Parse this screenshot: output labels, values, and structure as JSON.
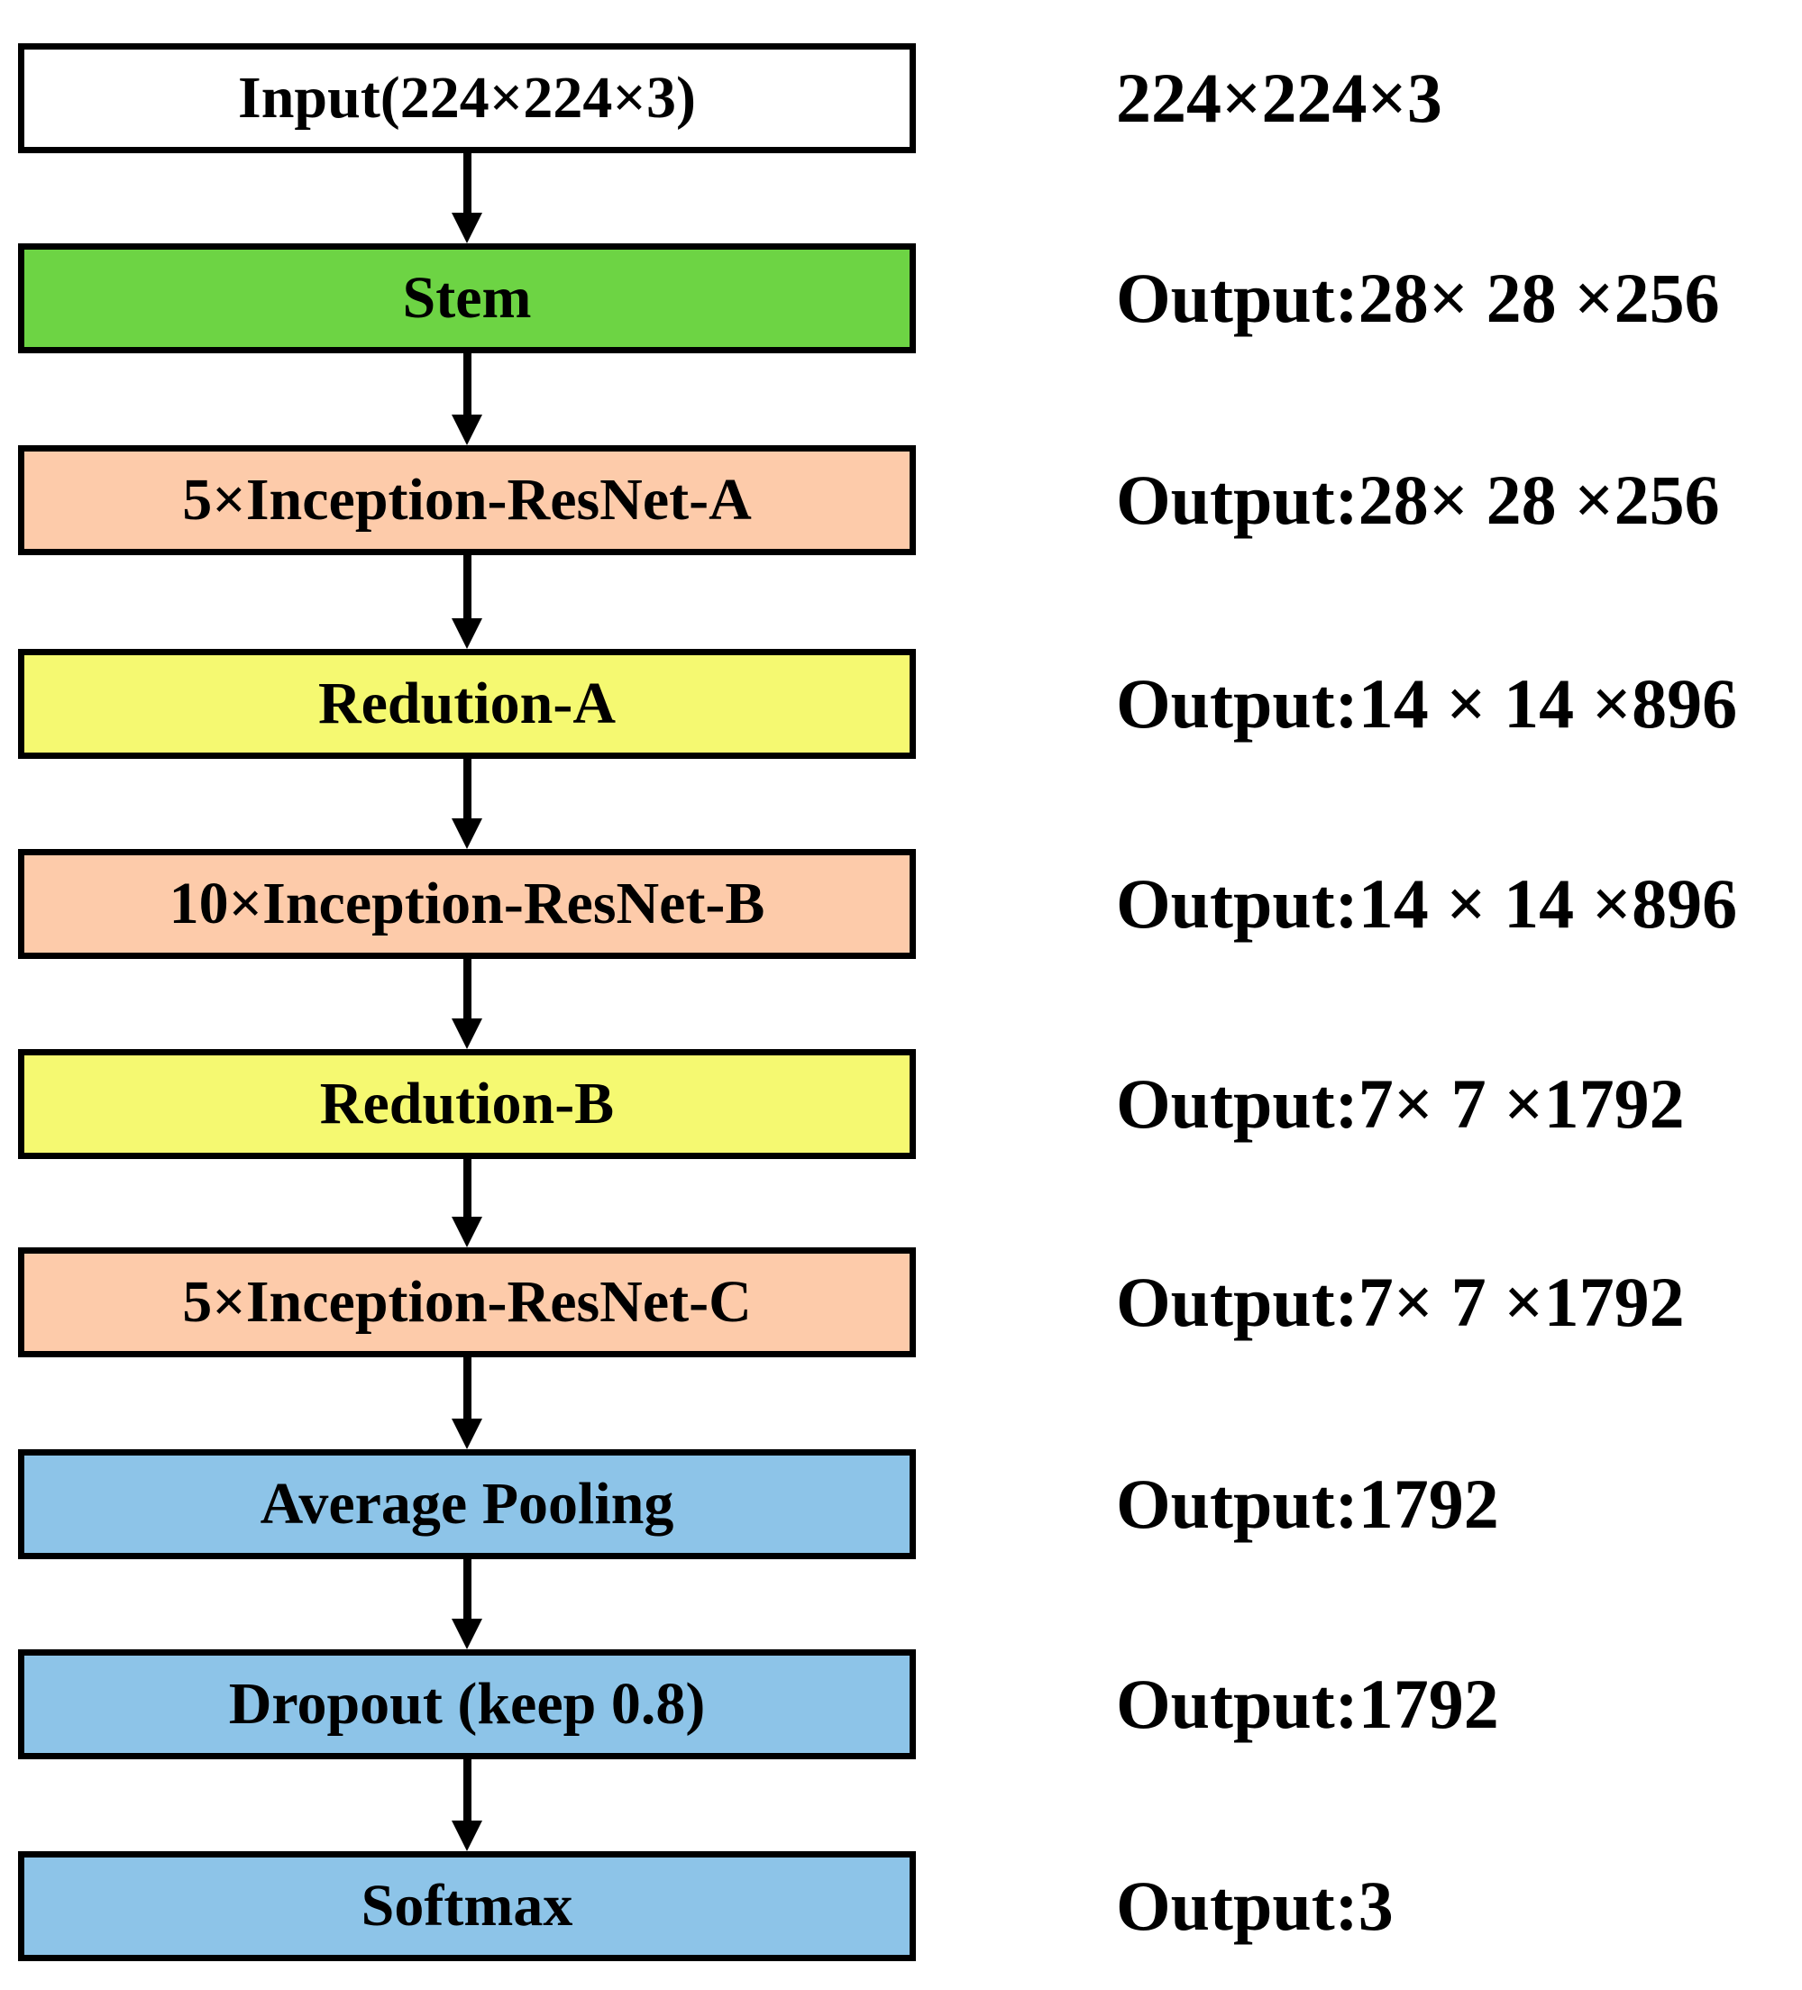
{
  "colors": {
    "input": "#ffffff",
    "stem": "#6dd444",
    "inception": "#fdcbaa",
    "reduction": "#f5f971",
    "classifier": "#8dc4e8",
    "border": "#000000"
  },
  "layers": [
    {
      "label": "Input(224×224×3)",
      "output": "224×224×3",
      "color": "#ffffff"
    },
    {
      "label": "Stem",
      "output": "Output:28× 28 ×256",
      "color": "#6dd444"
    },
    {
      "label": "5×Inception-ResNet-A",
      "output": "Output:28× 28 ×256",
      "color": "#fdcbaa"
    },
    {
      "label": "Redution-A",
      "output": "Output:14 × 14 ×896",
      "color": "#f5f971"
    },
    {
      "label": "10×Inception-ResNet-B",
      "output": "Output:14 × 14 ×896",
      "color": "#fdcbaa"
    },
    {
      "label": "Redution-B",
      "output": "Output:7× 7 ×1792",
      "color": "#f5f971"
    },
    {
      "label": "5×Inception-ResNet-C",
      "output": "Output:7× 7 ×1792",
      "color": "#fdcbaa"
    },
    {
      "label": "Average Pooling",
      "output": "Output:1792",
      "color": "#8dc4e8"
    },
    {
      "label": "Dropout (keep 0.8)",
      "output": "Output:1792",
      "color": "#8dc4e8"
    },
    {
      "label": "Softmax",
      "output": "Output:3",
      "color": "#8dc4e8"
    }
  ]
}
